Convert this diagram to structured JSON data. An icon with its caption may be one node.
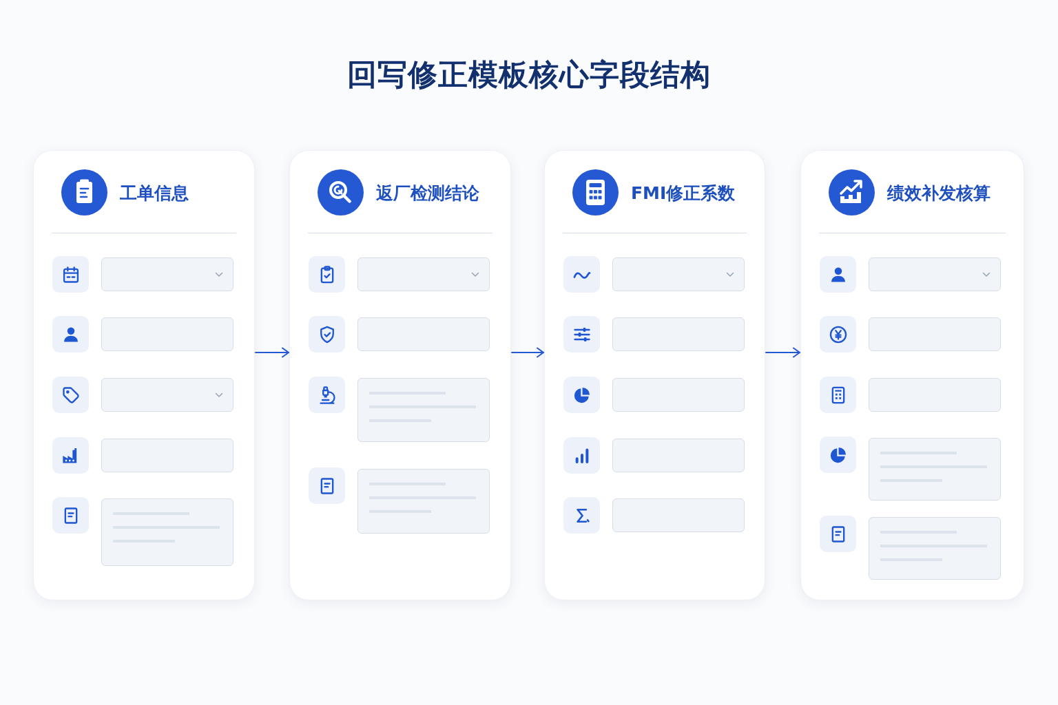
{
  "diagram": {
    "title": "回写修正模板核心字段结构",
    "nodes": [
      {
        "text": [
          "工单信息"
        ]
      },
      {
        "text": [
          "返厂检测结论"
        ]
      },
      {
        "text": [
          "FMI修正系数"
        ]
      },
      {
        "text": [
          "绩效补发核算"
        ]
      }
    ],
    "edges": [
      {
        "from": 0,
        "to": 1,
        "arrow": "to"
      },
      {
        "from": 1,
        "to": 2,
        "arrow": "to"
      },
      {
        "from": 2,
        "to": 3,
        "arrow": "to"
      }
    ]
  }
}
